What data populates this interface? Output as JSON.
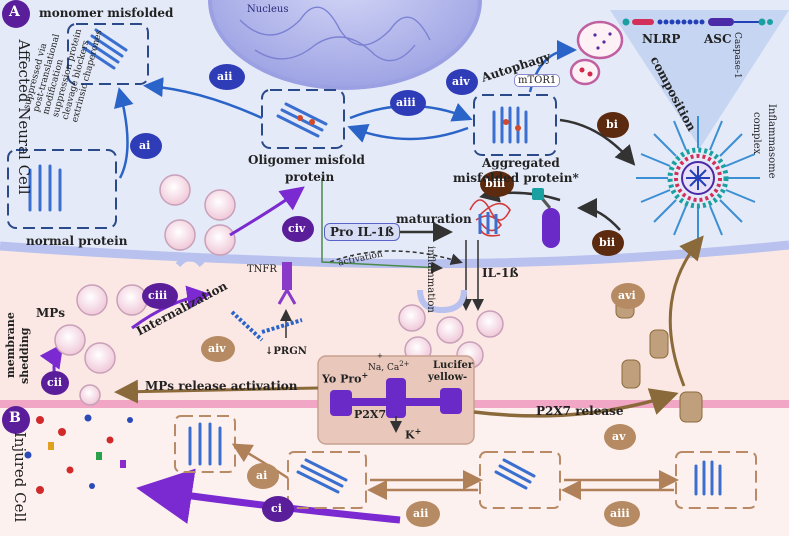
{
  "sections": {
    "a": {
      "letter": "A",
      "title": "Affected Neural Cell"
    },
    "b": {
      "letter": "B",
      "title": "Injured Cell"
    }
  },
  "nucleus": "Nucleus",
  "labels": {
    "monomer": "monomer misfolded",
    "normal": "normal protein",
    "oligomer_1": "Oligomer misfold",
    "oligomer_2": "protein",
    "aggregated_1": "Aggregated",
    "aggregated_2": "misfolded protein*",
    "autophagy": "Autophagy",
    "mtor": "mTOR1",
    "pro_il": "Pro IL-1ß",
    "maturation": "maturation",
    "inflammation": "inflammation",
    "il1b": "IL-1ß",
    "activation": "activation",
    "tnfr": "TNFR",
    "prgn": "↓PRGN",
    "internalization": "Internalization",
    "mps": "MPs",
    "membrane_shedding_1": "membrane",
    "membrane_shedding_2": "shedding",
    "mps_release": "MPs release activation",
    "p2x7_release": "P2X7 release",
    "yo_pro": "Yo Pro",
    "yo_pro_sup": "+",
    "na_ca": "Na, Ca",
    "na_sup": "+",
    "ca_sup": "2+",
    "p2x7": "P2X7",
    "k": "K",
    "k_sup": "+",
    "lucifer_1": "Lucifer",
    "lucifer_2": "yellow-",
    "nlrp": "NLRP",
    "asc": "ASC",
    "caspase": "Caspase-1",
    "composition": "composition",
    "inflammasome_1": "Inflammasome",
    "inflammasome_2": "complex",
    "chaperone_lines": [
      "suppressed via",
      "post-translational",
      "modification",
      "suppression protein",
      "cleavage blockers",
      "extrinsic chaperones"
    ]
  },
  "badges": {
    "a_ai": "ai",
    "a_aii": "aii",
    "a_aiii": "aiii",
    "a_aiv": "aiv",
    "bi": "bi",
    "bii": "bii",
    "biii": "biii",
    "ciii": "ciii",
    "civ": "civ",
    "cii": "cii",
    "ci": "ci",
    "b_aiv": "aiv",
    "b_ai": "ai",
    "b_aii": "aii",
    "b_aiii": "aiii",
    "av": "av",
    "avi": "avi"
  },
  "colors": {
    "blue_badge": "#2f3cb8",
    "purple_badge": "#5a1e9a",
    "brown_badge": "#5c2a0e",
    "tan_badge": "#b68a62",
    "membrane": "#b9c2ee",
    "cell_membrane_b": "#f0a6c4"
  }
}
